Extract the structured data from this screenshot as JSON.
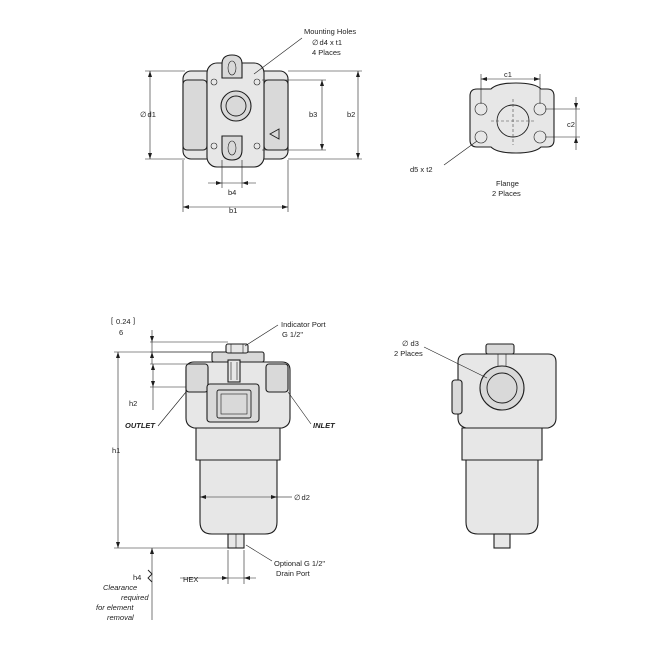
{
  "labels": {
    "mounting_holes_line1": "Mounting Holes",
    "mounting_holes_line2": "d4 x t1",
    "mounting_holes_line3": "4 Places",
    "d1": "d1",
    "b3": "b3",
    "b2": "b2",
    "b4": "b4",
    "b1": "b1",
    "c1": "c1",
    "c2": "c2",
    "d5": "d5 x t2",
    "flange_line1": "Flange",
    "flange_line2": "2 Places",
    "ref_024": "0.24",
    "ref_6": "6",
    "indicator_line1": "Indicator Port",
    "indicator_line2": "G 1/2\"",
    "h2": "h2",
    "outlet": "OUTLET",
    "inlet": "INLET",
    "h1": "h1",
    "d2": "d2",
    "h4": "h4",
    "clearance_line1": "Clearance",
    "clearance_line2": "required",
    "clearance_line3": "for element",
    "clearance_line4": "removal",
    "hex": "HEX",
    "drain_line1": "Optional G 1/2\"",
    "drain_line2": "Drain Port",
    "d3_line1": "d3",
    "d3_line2": "2 Places",
    "diameter_symbol": "∅"
  },
  "icons": {
    "triangle_mark": "warning-triangle-icon",
    "diameter": "diameter-symbol-icon"
  }
}
